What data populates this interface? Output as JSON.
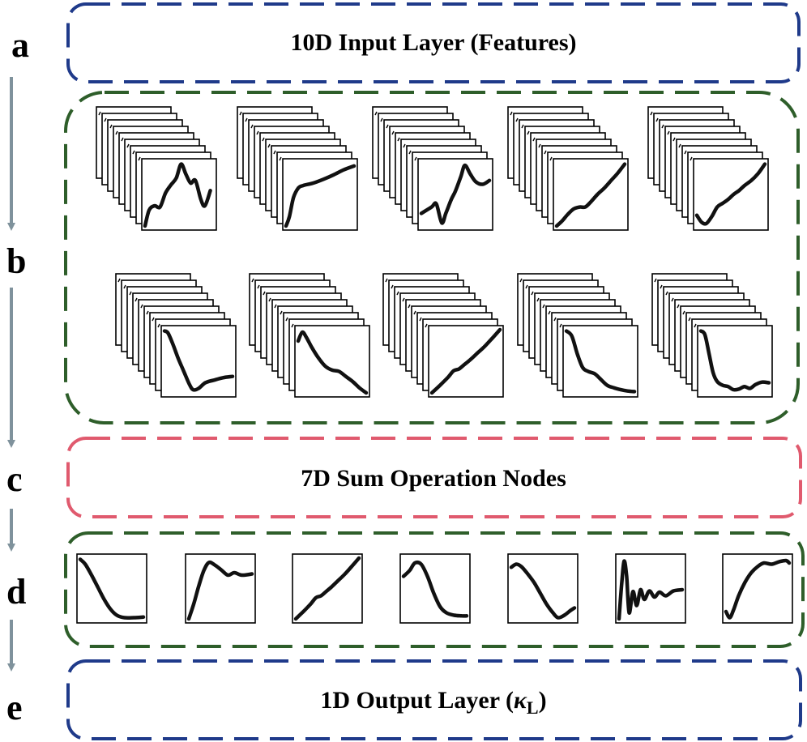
{
  "stage_letters": [
    "a",
    "b",
    "c",
    "d",
    "e"
  ],
  "boxes": {
    "input": {
      "title": "10D Input Layer (Features)",
      "border_color": "#1f3a8a"
    },
    "hidden_b": {
      "border_color": "#2e5e2a",
      "row_count": 2,
      "stacks_per_row": 5
    },
    "sum": {
      "title": "7D Sum Operation Nodes",
      "border_color": "#e05a6e"
    },
    "hidden_d": {
      "border_color": "#2e5e2a",
      "panel_count": 7
    },
    "output": {
      "title_main": "1D Output Layer (",
      "title_symbol": "κ",
      "title_sub": "L",
      "title_end": ")",
      "border_color": "#1f3a8a"
    }
  },
  "arrow_color": "#7f929c",
  "curve_color": "#111111",
  "stack_curve_shapes": [
    "wiggly-rise",
    "sharp-rise-then-linear",
    "dip-then-peak",
    "s-rise",
    "dip-then-rise",
    "drop-then-flat",
    "peak-then-decline",
    "linear-rise",
    "decline-then-flat",
    "drop-then-wave"
  ],
  "panel_curve_shapes": [
    "decline-to-flat",
    "rise-peak-dip",
    "linear-rise",
    "peak-then-fall",
    "decline-then-uptick",
    "damped-oscillation",
    "dip-then-rise-plateau"
  ]
}
